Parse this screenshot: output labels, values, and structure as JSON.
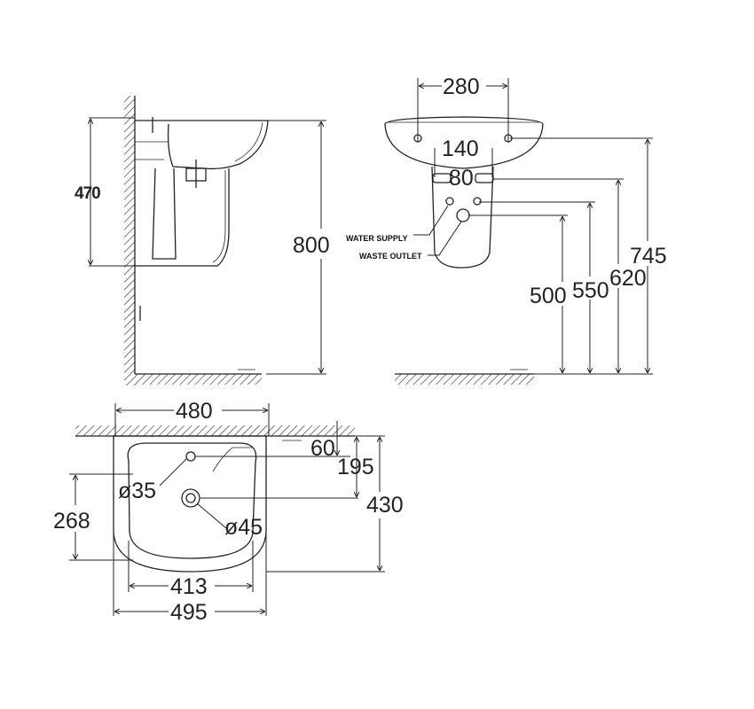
{
  "side_view": {
    "height_basin": "470",
    "height_total": "800"
  },
  "front_view": {
    "tap_spacing": "280",
    "supply_spacing": "140",
    "outlet_spacing": "80",
    "heights": [
      "745",
      "620",
      "550",
      "500"
    ],
    "water_supply_label": "WATER SUPPLY",
    "waste_outlet_label": "WASTE OUTLET"
  },
  "top_view": {
    "width_top": "480",
    "tap_offset": "60",
    "outlet_offset": "195",
    "depth": "430",
    "depth_inner": "268",
    "tap_hole": "ø35",
    "waste_hole": "ø45",
    "inner_width": "413",
    "outer_width": "495"
  }
}
